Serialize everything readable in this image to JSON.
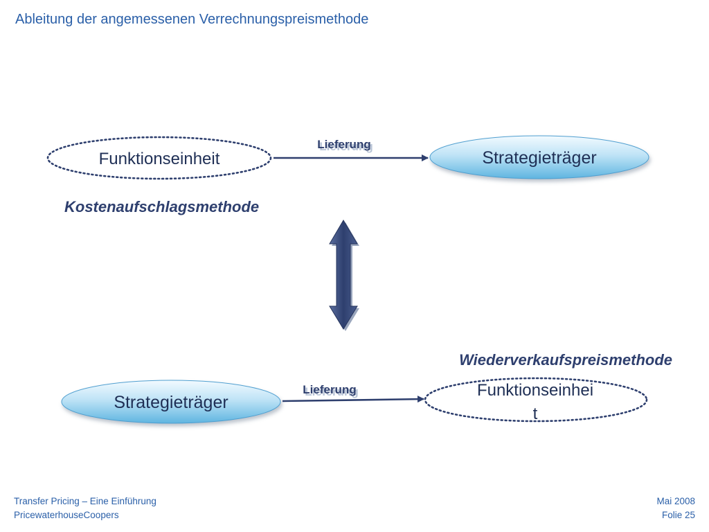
{
  "slide": {
    "title": "Ableitung der angemessenen Verrechnungspreismethode"
  },
  "top_row": {
    "left_node": "Funktionseinheit",
    "right_node": "Strategieträger",
    "arrow_label": "Lieferung",
    "method": "Kostenaufschlagsmethode"
  },
  "bottom_row": {
    "left_node": "Strategieträger",
    "right_node_line1": "Funktionseinhei",
    "right_node_line2": "t",
    "arrow_label": "Lieferung",
    "method": "Wiederverkaufspreismethode"
  },
  "footer": {
    "left_line1": "Transfer Pricing – Eine Einführung",
    "left_line2": "PricewaterhouseCoopers",
    "right_line1": "Mai 2008",
    "right_line2": "Folie 25"
  },
  "colors": {
    "title": "#2a5fa8",
    "arrow": "#2e3f6e",
    "method_text": "#2e3f6e",
    "filled_node_light": "#dff1fb",
    "filled_node_dark": "#5fb5e0",
    "dotted_outline": "#2e3f6e"
  }
}
